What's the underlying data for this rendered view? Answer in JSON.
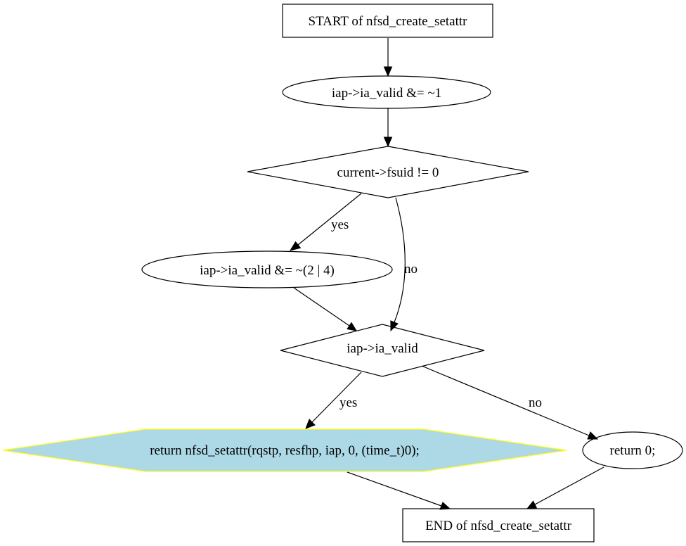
{
  "nodes": {
    "start": "START of nfsd_create_setattr",
    "assign_valid_1": "iap->ia_valid &= ~1",
    "check_fsuid": "current->fsuid != 0",
    "assign_valid_2_4": "iap->ia_valid &= ~(2 | 4)",
    "check_ia_valid": "iap->ia_valid",
    "return_setattr": "return nfsd_setattr(rqstp, resfhp, iap, 0, (time_t)0);",
    "return_zero": "return 0;",
    "end": "END of nfsd_create_setattr"
  },
  "edges": {
    "fsuid_yes": "yes",
    "fsuid_no": "no",
    "valid_yes": "yes",
    "valid_no": "no"
  },
  "colors": {
    "highlight_fill": "#add8e6",
    "highlight_stroke": "#ffff00"
  }
}
